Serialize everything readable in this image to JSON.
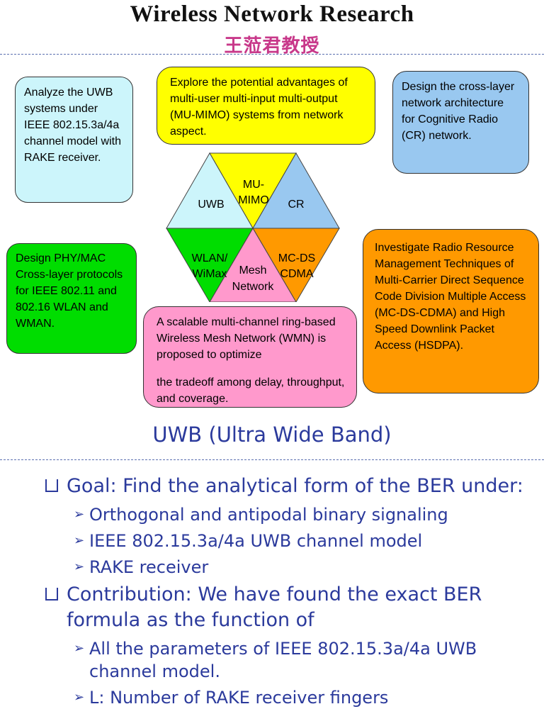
{
  "header": {
    "title": "Wireless Network Research",
    "subtitle": "王蒞君教授"
  },
  "boxes": {
    "uwb": "Analyze the UWB systems under IEEE 802.15.3a/4a channel model with RAKE receiver.",
    "mumimo": "Explore the potential advantages of multi-user multi-input multi-output (MU-MIMO) systems from network aspect.",
    "cr": "Design the cross-layer network architecture for Cognitive Radio (CR) network.",
    "wlan": "Design PHY/MAC Cross-layer protocols for IEEE 802.11 and 802.16 WLAN and WMAN.",
    "mesh_line1": "A scalable multi-channel ring-based Wireless Mesh Network (WMN) is proposed to optimize",
    "mesh_line2": "the tradeoff among delay, throughput, and coverage.",
    "mcds": "Investigate Radio Resource Management Techniques of Multi-Carrier Direct Sequence Code Division Multiple Access (MC-DS-CDMA) and High Speed Downlink Packet Access (HSDPA)."
  },
  "hexagon": {
    "uwb": "UWB",
    "mumimo_1": "MU-",
    "mumimo_2": "MIMO",
    "cr": "CR",
    "wlan_1": "WLAN/",
    "wlan_2": "WiMax",
    "mesh_1": "Mesh",
    "mesh_2": "Network",
    "mcds_1": "MC-DS",
    "mcds_2": "CDMA"
  },
  "colors": {
    "uwb": "#ccf5fb",
    "mumimo": "#ffff00",
    "cr": "#99c8f0",
    "wlan": "#00dd00",
    "mesh": "#ff99cc",
    "mcds": "#ff9900",
    "accent": "#2b3a9c"
  },
  "section": {
    "title": "UWB (Ultra Wide Band)",
    "goal": "Goal: Find the analytical form of the BER under:",
    "goal_items": [
      "Orthogonal and antipodal binary signaling",
      "IEEE 802.15.3a/4a UWB channel model",
      "RAKE receiver"
    ],
    "contribution": "Contribution: We have found the exact BER formula as the function of",
    "contribution_items": [
      "All the parameters of IEEE 802.15.3a/4a UWB channel model.",
      "L: Number of RAKE receiver fingers"
    ]
  }
}
